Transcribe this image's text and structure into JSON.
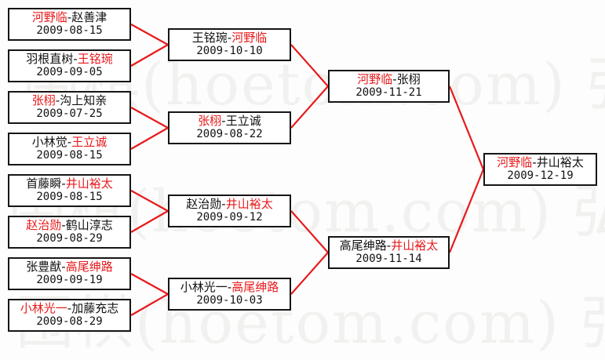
{
  "diagram": {
    "type": "single-elimination-tournament-bracket",
    "watermark": {
      "line1": "围棋(hoetom.com) 弘通",
      "line2": "围棋(hoetom.com) 弘通",
      "line3": "围棋(hoetom.com) 弘通"
    },
    "colors": {
      "winner": "#e8191b",
      "loser": "#111111",
      "connector": "#e8191b",
      "box_border": "#151515",
      "background": "#fdfdfd",
      "watermark": "#f1f1ef"
    }
  },
  "rounds": [
    {
      "name": "round-1",
      "matches": [
        {
          "left": "河野临",
          "right": "赵善津",
          "winner": "left",
          "date": "2009-08-15"
        },
        {
          "left": "羽根直树",
          "right": "王铭琬",
          "winner": "right",
          "date": "2009-09-05"
        },
        {
          "left": "张栩",
          "right": "沟上知亲",
          "winner": "left",
          "date": "2009-07-25"
        },
        {
          "left": "小林觉",
          "right": "王立诚",
          "winner": "right",
          "date": "2009-08-15"
        },
        {
          "left": "首藤瞬",
          "right": "井山裕太",
          "winner": "right",
          "date": "2009-08-15"
        },
        {
          "left": "赵治勋",
          "right": "鹤山淳志",
          "winner": "left",
          "date": "2009-08-29"
        },
        {
          "left": "张豊猷",
          "right": "高尾绅路",
          "winner": "right",
          "date": "2009-09-19"
        },
        {
          "left": "小林光一",
          "right": "加藤充志",
          "winner": "left",
          "date": "2009-08-29"
        }
      ]
    },
    {
      "name": "round-2",
      "matches": [
        {
          "left": "王铭琬",
          "right": "河野临",
          "winner": "right",
          "date": "2009-10-10"
        },
        {
          "left": "张栩",
          "right": "王立诚",
          "winner": "left",
          "date": "2009-08-22"
        },
        {
          "left": "赵治勋",
          "right": "井山裕太",
          "winner": "right",
          "date": "2009-09-12"
        },
        {
          "left": "小林光一",
          "right": "高尾绅路",
          "winner": "right",
          "date": "2009-10-03"
        }
      ]
    },
    {
      "name": "semifinal",
      "matches": [
        {
          "left": "河野临",
          "right": "张栩",
          "winner": "left",
          "date": "2009-11-21"
        },
        {
          "left": "高尾绅路",
          "right": "井山裕太",
          "winner": "right",
          "date": "2009-11-14"
        }
      ]
    },
    {
      "name": "final",
      "matches": [
        {
          "left": "河野临",
          "right": "井山裕太",
          "winner": "left",
          "date": "2009-12-19"
        }
      ]
    }
  ]
}
